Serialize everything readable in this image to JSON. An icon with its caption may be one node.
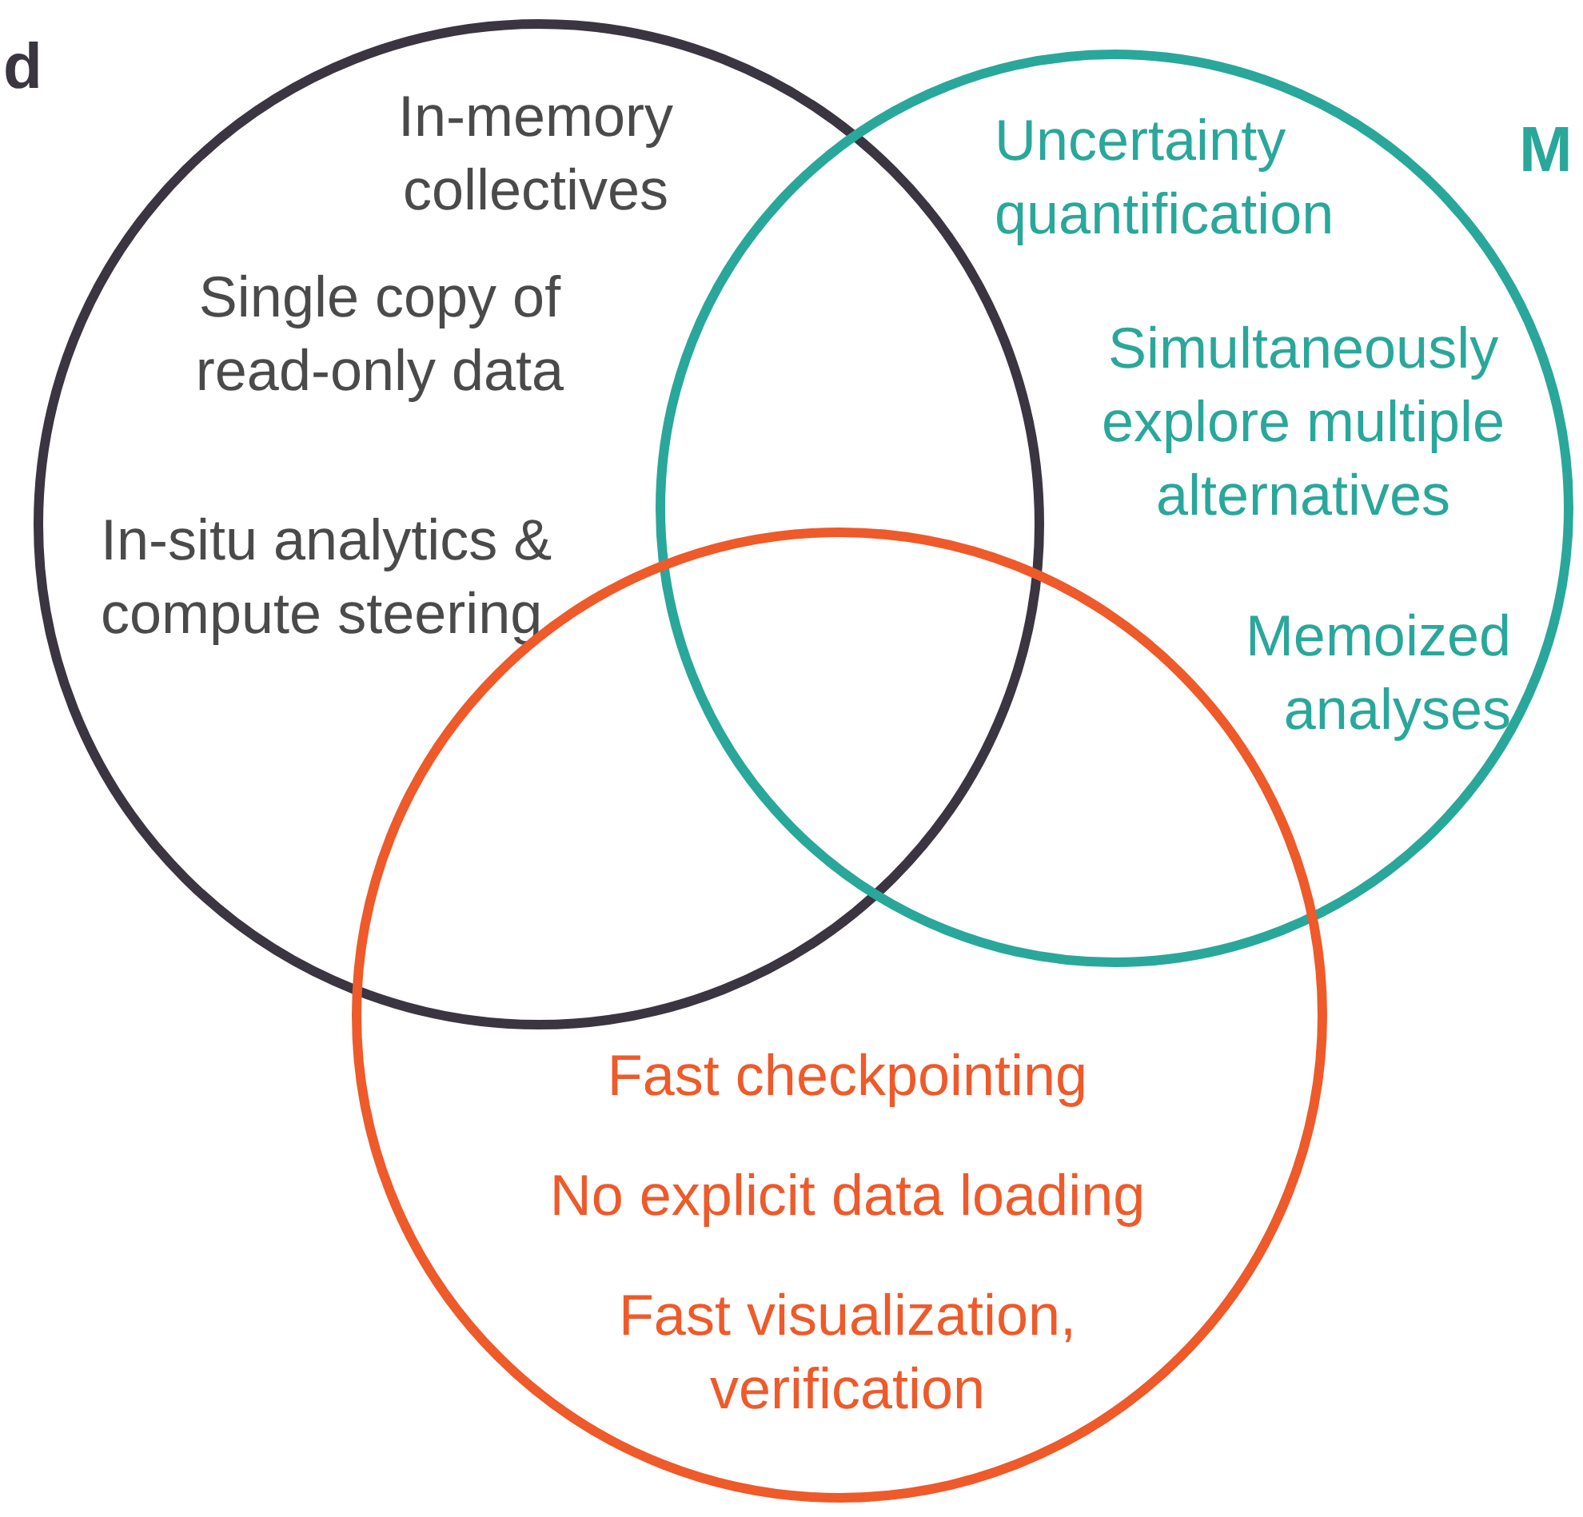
{
  "diagram": {
    "nodes": [
      {
        "text": [
          "In-memory collectives",
          "Single copy of read-only data",
          "In-situ analytics & compute steering"
        ]
      },
      {
        "text": [
          "Uncertainty quantification",
          "Simultaneously explore multiple alternatives",
          "Memoized analyses"
        ]
      },
      {
        "text": [
          "Fast checkpointing",
          "No explicit data loading",
          "Fast visualization, verification"
        ]
      }
    ],
    "labels": [
      "d",
      "M"
    ]
  }
}
